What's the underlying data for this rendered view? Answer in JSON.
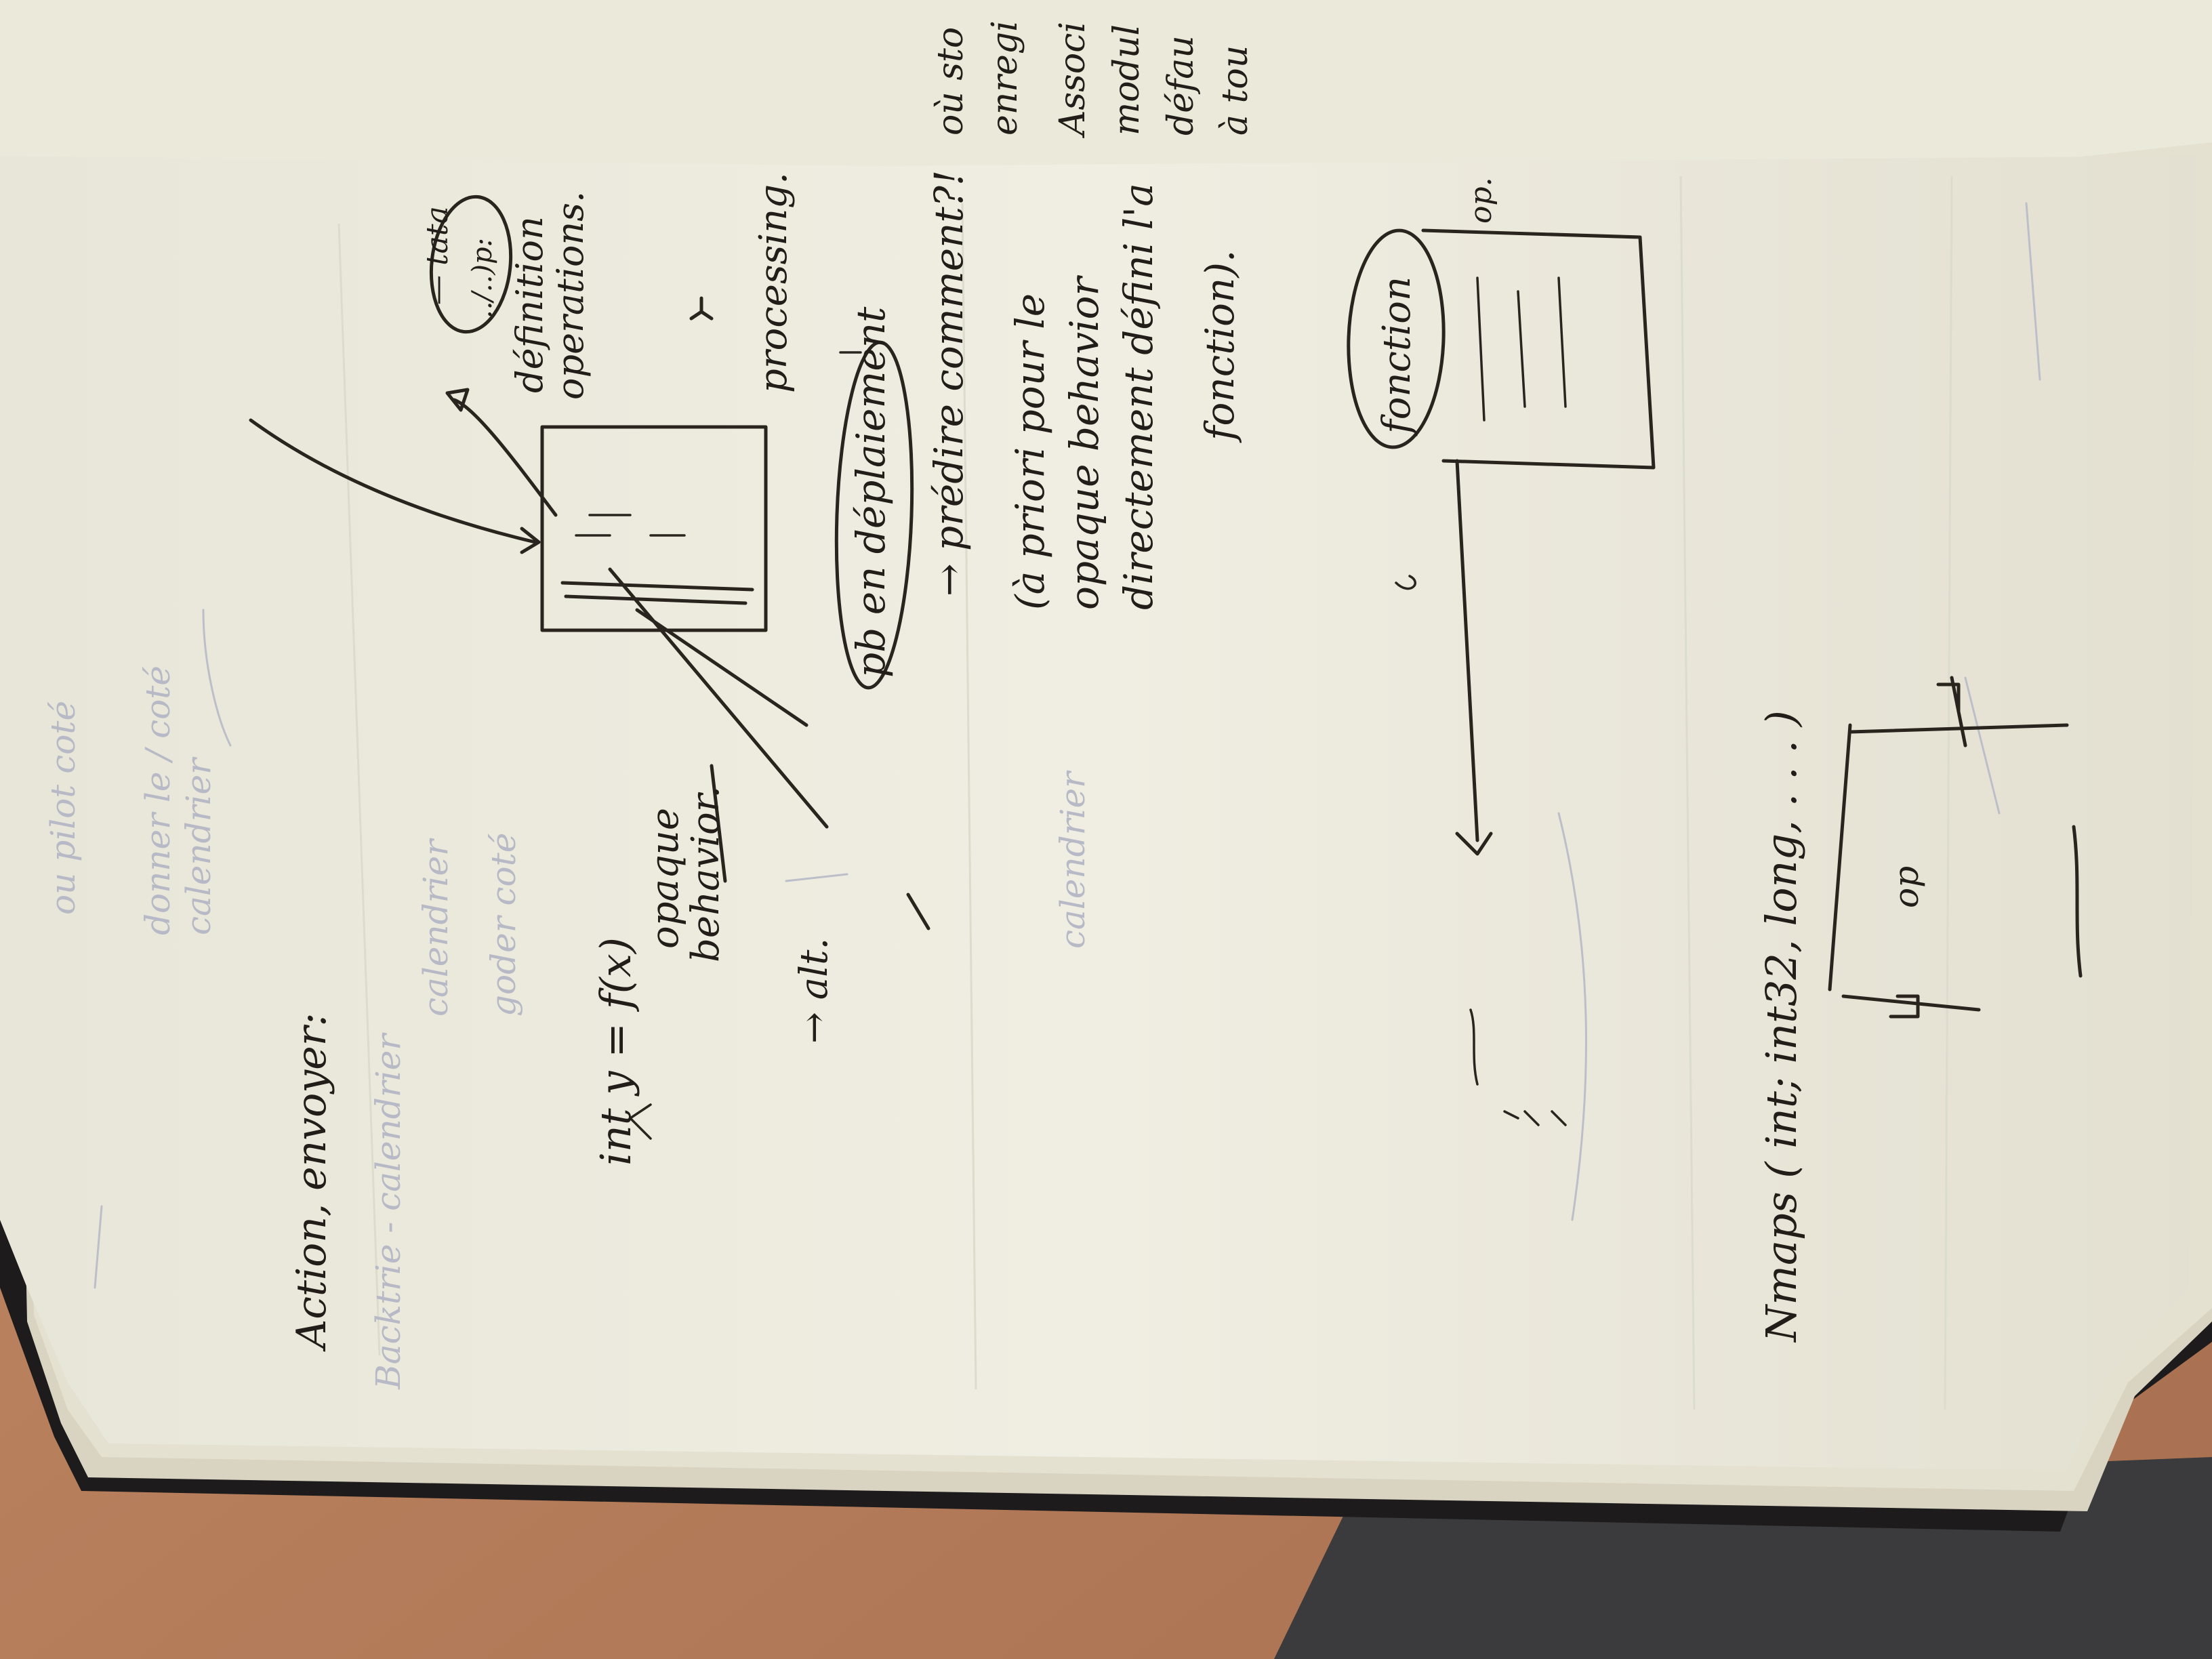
{
  "page_text": {
    "formula": "int y = f(x)",
    "opaque": "opaque",
    "behavior": "behavior.",
    "alt": "→ alt.",
    "tata": "— tata",
    "params": "../..)p:",
    "definition": "définition",
    "operations": "operations.",
    "processing": "processing.",
    "pb_title": "pb en déplaiement",
    "predict": "→ prédire comment?!",
    "note_line1": "(à priori pour le",
    "note_line2": "opaque behavior",
    "note_line3": "directement défini l'a",
    "note_line4": "fonction).",
    "fonction": "fonction",
    "op": "op.",
    "action": "Action, envoyer:",
    "maps": "Nmaps ( int; int32, long, . . . )",
    "op_box": "op",
    "side_1": "où sto",
    "side_2": "enregi",
    "side_3": "Associ",
    "side_4": "modul",
    "side_5": "défau",
    "side_6": "à tou"
  },
  "ghost_text": {
    "g1": "ou pilot coté",
    "g2": "donner le / coté",
    "g3": "calendrier",
    "g4": "Backtrie - calendrier",
    "g5": "calendrier",
    "g6": "goder coté",
    "g7": "calendrier"
  },
  "colors": {
    "ink": "#2a241f",
    "paper": "#efede0",
    "ghost_ink": "#bcbfc9",
    "table": "#b9825f"
  }
}
